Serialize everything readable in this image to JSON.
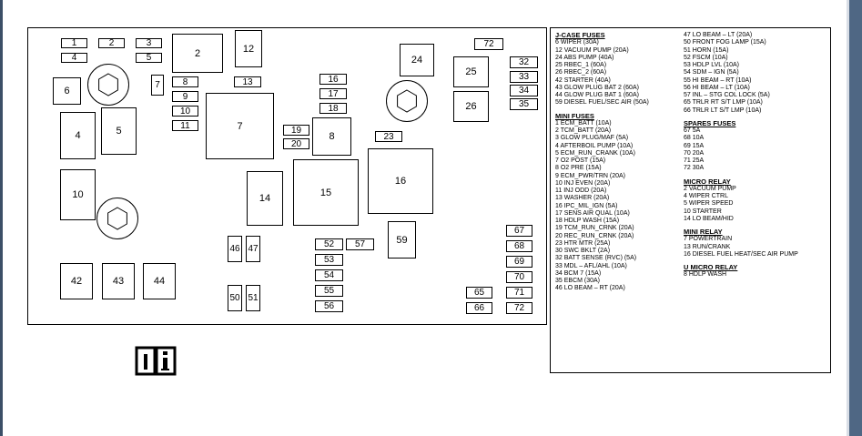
{
  "title": "Fuse block diagram",
  "fuse_labels": {
    "f1": "1",
    "f2": "2",
    "f3": "3",
    "f4": "4",
    "f5": "5",
    "f6": "6",
    "f7": "7",
    "f7b": "7",
    "f8": "8",
    "f9": "9",
    "f10": "10",
    "f10b": "10",
    "f11": "11",
    "f12": "12",
    "f13": "13",
    "f14": "14",
    "f15": "15",
    "f16": "16",
    "f16b": "16",
    "f17": "17",
    "f18": "18",
    "f19": "19",
    "f20": "20",
    "f23": "23",
    "f24": "24",
    "f25": "25",
    "f26": "26",
    "f32": "32",
    "f33": "33",
    "f34": "34",
    "f35": "35",
    "f42": "42",
    "f43": "43",
    "f44": "44",
    "f46": "46",
    "f47": "47",
    "f50": "50",
    "f51": "51",
    "f52": "52",
    "f53": "53",
    "f54": "54",
    "f55": "55",
    "f56": "56",
    "f57": "57",
    "f59": "59",
    "f65": "65",
    "f66": "66",
    "f67": "67",
    "f68": "68",
    "f69": "69",
    "f70": "70",
    "f71": "71",
    "f72a": "72",
    "f72b": "72",
    "f4b": "4",
    "f5b": "5",
    "f8b": "8"
  },
  "legend": {
    "jcase_title": "J-CASE FUSES",
    "jcase": [
      "6   WIPER (30A)",
      "12  VACUUM PUMP (20A)",
      "24  ABS PUMP (40A)",
      "25  RBEC_1 (60A)",
      "26  RBEC_2 (60A)",
      "42  STARTER (40A)",
      "43  GLOW PLUG BAT 2 (60A)",
      "44  GLOW PLUG BAT 1 (60A)",
      "59  DIESEL FUEL/SEC AIR (50A)"
    ],
    "mini_title": "MINI FUSES",
    "mini": [
      "1   ECM_BATT (10A)",
      "2   TCM_BATT (20A)",
      "3   GLOW PLUG/MAF (5A)",
      "4   AFTERBOIL PUMP (10A)",
      "5   ECM_RUN_CRANK (10A)",
      "7   O2 POST (15A)",
      "8   O2 PRE (15A)",
      "9   ECM_PWR/TRN (20A)",
      "10  INJ EVEN (20A)",
      "11  INJ ODD (20A)",
      "13  WASHER (20A)",
      "16  IPC_MIL_IGN (5A)",
      "17  SENS AIR QUAL (10A)",
      "18  HDLP WASH (15A)",
      "19  TCM_RUN_CRNK (20A)",
      "20  REC_RUN_CRNK (20A)",
      "23  HTR MTR (25A)",
      "30  SWC BKLT (2A)",
      "32  BATT SENSE (RVC) (5A)",
      "33  MDL – AFL/AHL (10A)",
      "34  BCM 7 (15A)",
      "35  EBCM (30A)",
      "46  LO BEAM – RT (20A)"
    ],
    "col2_top": [
      "47  LO BEAM – LT (20A)",
      "50  FRONT FOG LAMP (15A)",
      "51  HORN (15A)",
      "52  FSCM (10A)",
      "53  HDLP LVL (10A)",
      "54  SDM – IGN (5A)",
      "55  HI BEAM – RT (10A)",
      "56  HI BEAM – LT (10A)",
      "57  INL – STG COL LOCK (5A)",
      "65  TRLR RT S/T LMP (10A)",
      "66  TRLR LT S/T LMP (10A)"
    ],
    "spares_title": "SPARES FUSES",
    "spares": [
      "67  5A",
      "68  10A",
      "69  15A",
      "70  20A",
      "71  25A",
      "72  30A"
    ],
    "micro_title": "MICRO RELAY",
    "micro": [
      "2   VACUUM PUMP",
      "4   WIPER CTRL",
      "5   WIPER SPEED",
      "10  STARTER",
      "14  LO BEAM/HID"
    ],
    "mini_relay_title": "MINI RELAY",
    "mini_relay": [
      "7   POWERTRAIN",
      "13  RUN/CRANK",
      "16  DIESEL FUEL HEAT/SEC AIR PUMP"
    ],
    "umicro_title": "U MICRO RELAY",
    "umicro": [
      "8   HDLP WASH"
    ]
  },
  "icons": {
    "info": "owner-manual-info-icon"
  }
}
